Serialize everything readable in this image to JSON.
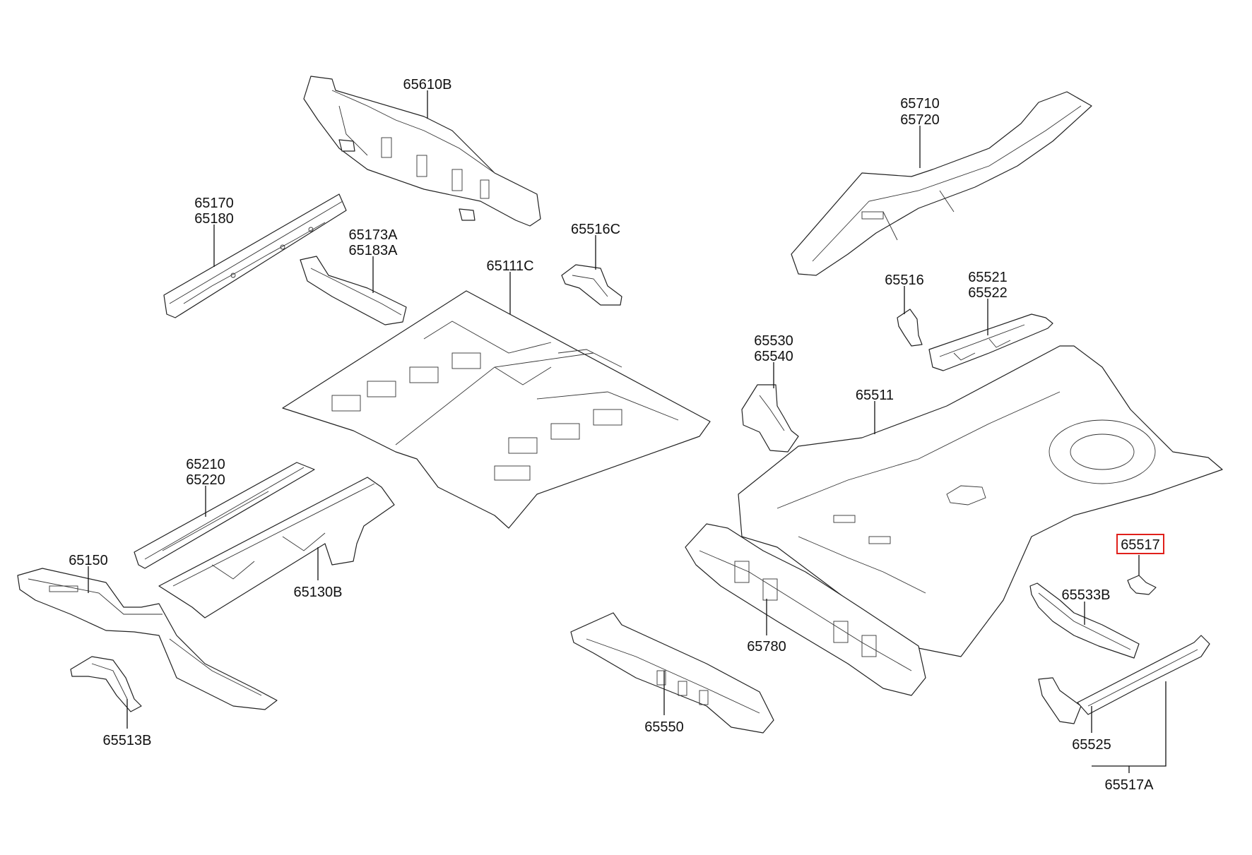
{
  "accent_highlight_color": "#e0201b",
  "highlighted_part": "65517",
  "labels": {
    "l65610B": "65610B",
    "l65170": "65170",
    "l65180": "65180",
    "l65173A": "65173A",
    "l65183A": "65183A",
    "l65516C": "65516C",
    "l65111C": "65111C",
    "l65210": "65210",
    "l65220": "65220",
    "l65150": "65150",
    "l65130B": "65130B",
    "l65513B": "65513B",
    "l65550": "65550",
    "l65780": "65780",
    "l65710": "65710",
    "l65720": "65720",
    "l65516": "65516",
    "l65521": "65521",
    "l65522": "65522",
    "l65530": "65530",
    "l65540": "65540",
    "l65511": "65511",
    "l65517": "65517",
    "l65533B": "65533B",
    "l65525": "65525",
    "l65517A": "65517A"
  }
}
